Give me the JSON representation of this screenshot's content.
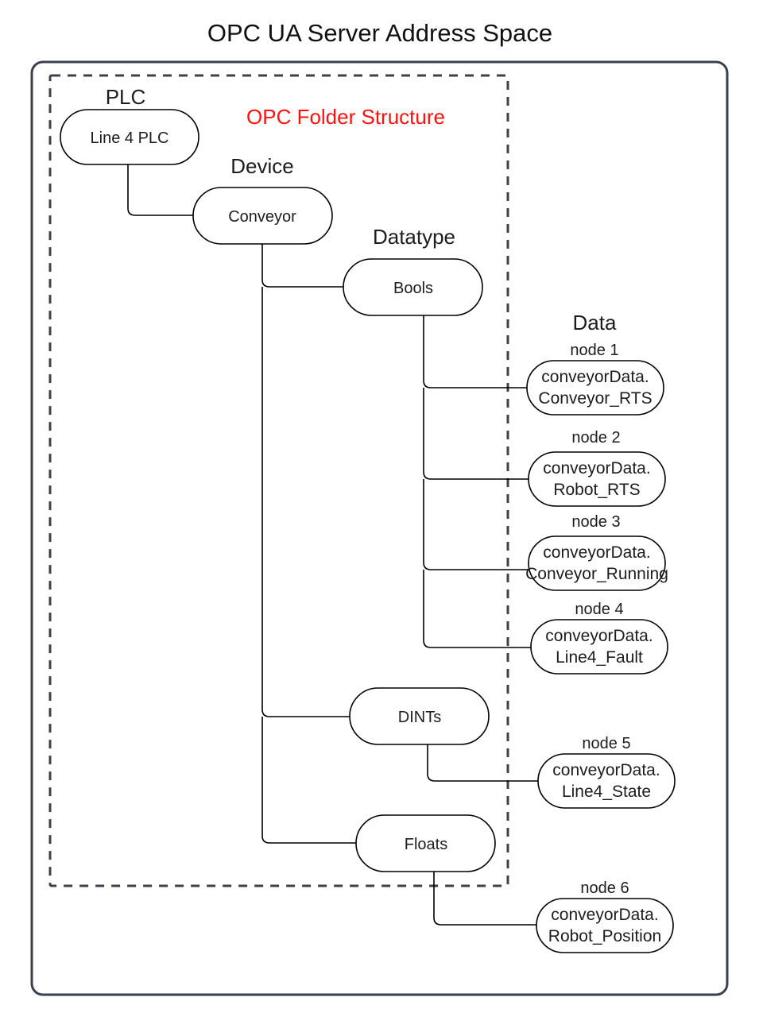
{
  "title": "OPC UA Server Address Space",
  "annotation": {
    "folder_structure_label": "OPC Folder Structure",
    "folder_structure_color": "#fd1111"
  },
  "column_labels": {
    "plc": "PLC",
    "device": "Device",
    "datatype": "Datatype",
    "data": "Data"
  },
  "tree": {
    "plc_node": {
      "label": "Line 4 PLC"
    },
    "device_node": {
      "label": "Conveyor"
    },
    "datatype_nodes": [
      {
        "label": "Bools"
      },
      {
        "label": "DINTs"
      },
      {
        "label": "Floats"
      }
    ],
    "data_nodes": [
      {
        "caption": "node 1",
        "line1": "conveyorData.",
        "line2": "Conveyor_RTS",
        "parent": "Bools"
      },
      {
        "caption": "node 2",
        "line1": "conveyorData.",
        "line2": "Robot_RTS",
        "parent": "Bools"
      },
      {
        "caption": "node 3",
        "line1": "conveyorData.",
        "line2": "Conveyor_Running",
        "parent": "Bools"
      },
      {
        "caption": "node 4",
        "line1": "conveyorData.",
        "line2": "Line4_Fault",
        "parent": "Bools"
      },
      {
        "caption": "node 5",
        "line1": "conveyorData.",
        "line2": "Line4_State",
        "parent": "DINTs"
      },
      {
        "caption": "node 6",
        "line1": "conveyorData.",
        "line2": "Robot_Position",
        "parent": "Floats"
      }
    ]
  },
  "colors": {
    "frame_stroke": "#3b414c",
    "shape_stroke": "#000000",
    "text": "#1d1d1d",
    "background": "#ffffff"
  }
}
